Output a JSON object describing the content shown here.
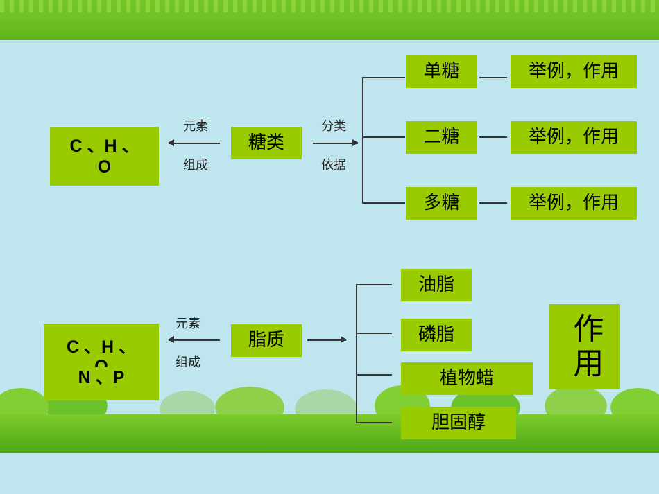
{
  "sugar": {
    "elements_line1": "C 、H 、",
    "elements_line2": "O",
    "center": "糖类",
    "left_label_top": "元素",
    "left_label_bottom": "组成",
    "right_label_top": "分类",
    "right_label_bottom": "依据",
    "branches": [
      {
        "name": "单糖",
        "detail": "举例，作用"
      },
      {
        "name": "二糖",
        "detail": "举例，作用"
      },
      {
        "name": "多糖",
        "detail": "举例，作用"
      }
    ]
  },
  "lipid": {
    "elements_line1": "C 、H 、",
    "elements_line2": "O",
    "elements_line3": "N 、P",
    "center": "脂质",
    "left_label_top": "元素",
    "left_label_bottom": "组成",
    "branches": [
      "油脂",
      "磷脂",
      "植物蜡",
      "胆固醇"
    ],
    "function": "作用"
  },
  "colors": {
    "box": "#99cc00",
    "background": "#bfe6ef",
    "grass": "#7ccc2a"
  }
}
